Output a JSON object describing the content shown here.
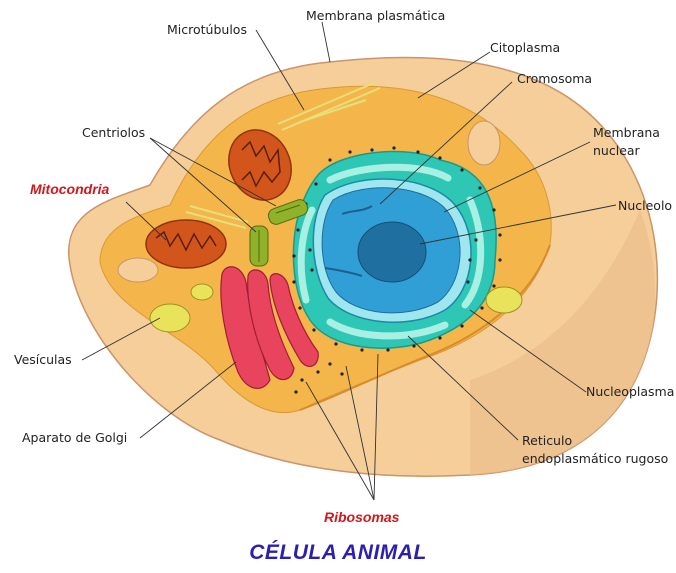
{
  "title": "CÉLULA ANIMAL",
  "labels": {
    "microtubulos": "Microtúbulos",
    "membrana_plasmatica": "Membrana plasmática",
    "citoplasma": "Citoplasma",
    "cromosoma": "Cromosoma",
    "membrana_nuclear_1": "Membrana",
    "membrana_nuclear_2": "nuclear",
    "centriolos": "Centriolos",
    "mitocondria": "Mitocondria",
    "nucleolo": "Nucleolo",
    "vesiculas": "Vesículas",
    "nucleoplasma": "Nucleoplasma",
    "aparato_golgi": "Aparato de Golgi",
    "reticulo_1": "Reticulo",
    "reticulo_2": "endoplasmático rugoso",
    "ribosomas": "Ribosomas"
  },
  "colors": {
    "membrane": "#f5ce9a",
    "cytoplasm": "#f4b54a",
    "er": "#2ec7b5",
    "nucleus": "#2f9fd6",
    "nucleolus": "#1f6fa0",
    "mitochondria": "#d2561c",
    "golgi": "#e8445e",
    "vesicle": "#e8e35a",
    "title": "#2a1fb0",
    "highlight_label": "#d4171b"
  }
}
